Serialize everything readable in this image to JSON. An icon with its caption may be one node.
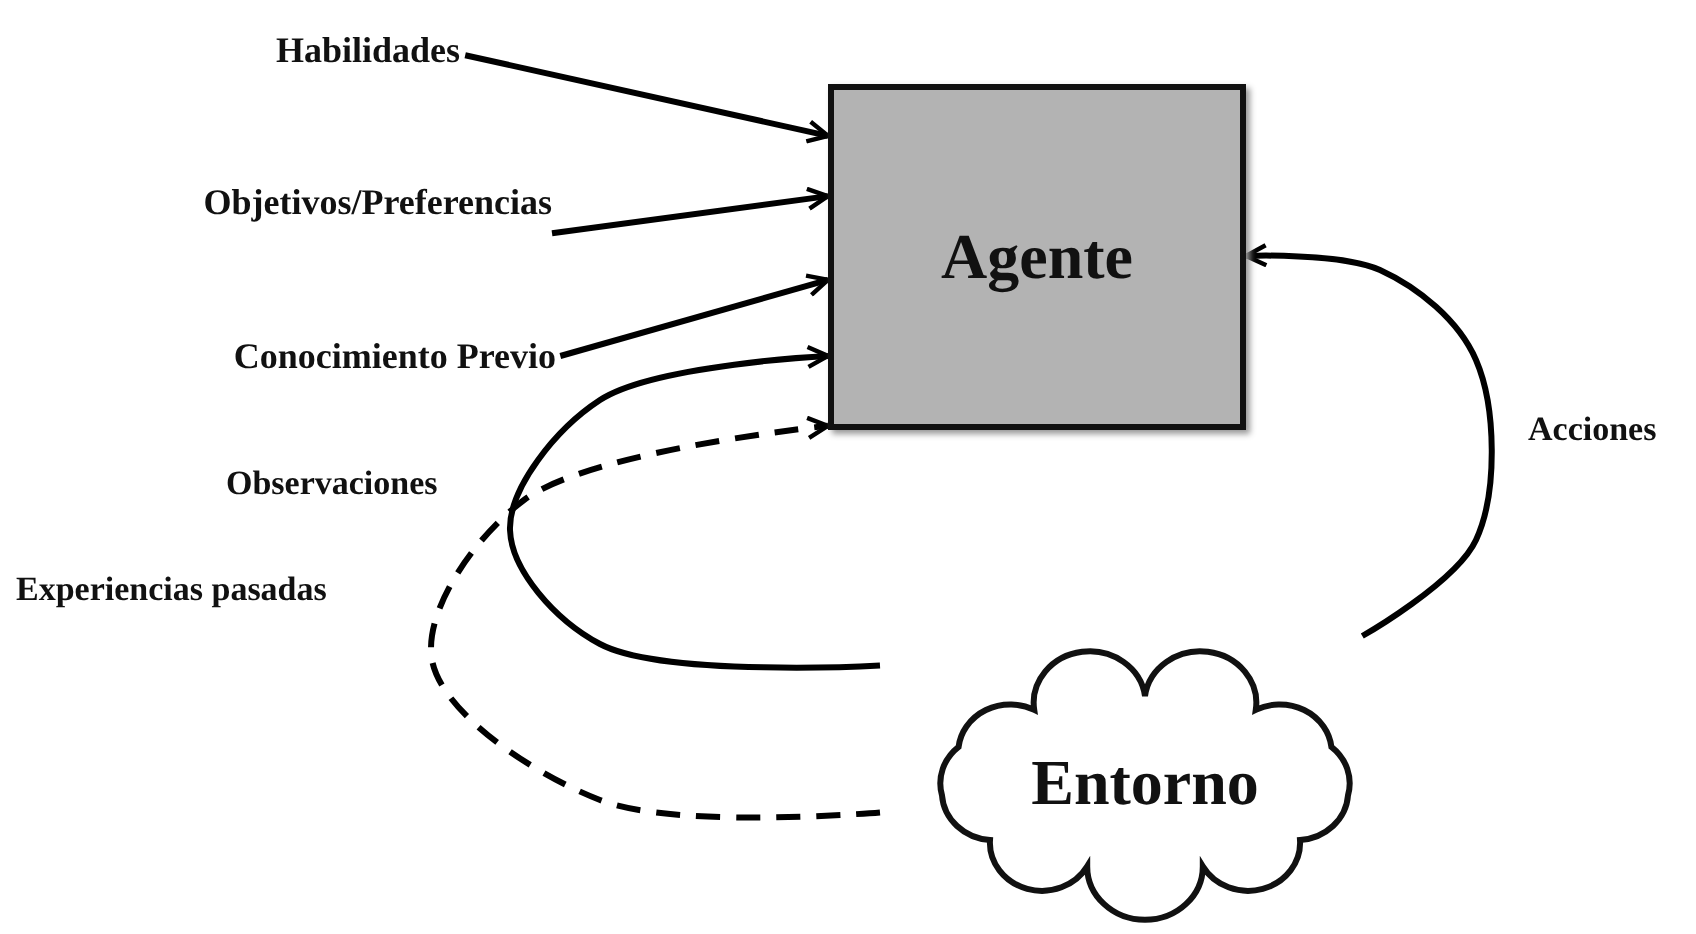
{
  "diagram": {
    "nodes": [
      {
        "text": [
          "Agente"
        ]
      },
      {
        "text": [
          "Entorno"
        ]
      },
      {
        "text": [
          "Habilidades"
        ]
      },
      {
        "text": [
          "Objetivos/Preferencias"
        ]
      },
      {
        "text": [
          "Conocimiento Previo"
        ]
      }
    ],
    "edges": [
      {
        "from": 2,
        "to": 0,
        "arrow": "to"
      },
      {
        "from": 3,
        "to": 0,
        "arrow": "to"
      },
      {
        "from": 4,
        "to": 0,
        "arrow": "to"
      },
      {
        "from": 1,
        "to": 0,
        "arrow": "to",
        "label": "Observaciones"
      },
      {
        "from": 1,
        "to": 0,
        "arrow": "to",
        "label": "Experiencias pasadas",
        "style": "dashed"
      },
      {
        "from": 1,
        "to": 0,
        "arrow": "to",
        "label": "Acciones"
      }
    ]
  }
}
